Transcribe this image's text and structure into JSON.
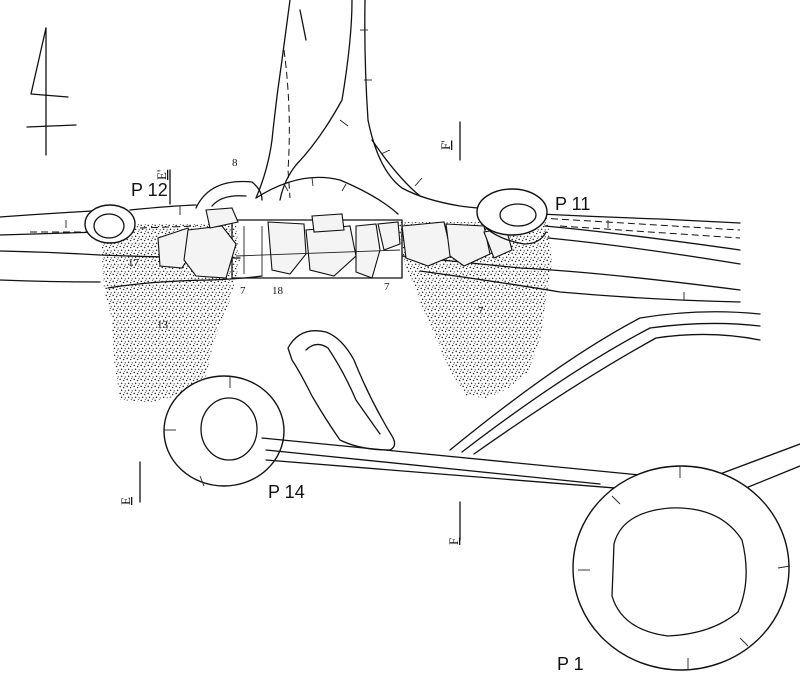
{
  "features": {
    "p1": "P 1",
    "p11": "P 11",
    "p12": "P 12",
    "p14": "P 14"
  },
  "fills": {
    "f7a": "7",
    "f7b": "7",
    "f7c": "7",
    "f8": "8",
    "f13": "13",
    "f17": "17",
    "f18": "18"
  },
  "sections": {
    "e_top": "E'",
    "e_bottom": "E",
    "f_top": "F'",
    "f_bottom": "F"
  },
  "colors": {
    "ink": "#111111",
    "stipple": "#2a2a2a",
    "paper": "#ffffff"
  },
  "icons": {
    "north": "north-arrow-icon"
  }
}
